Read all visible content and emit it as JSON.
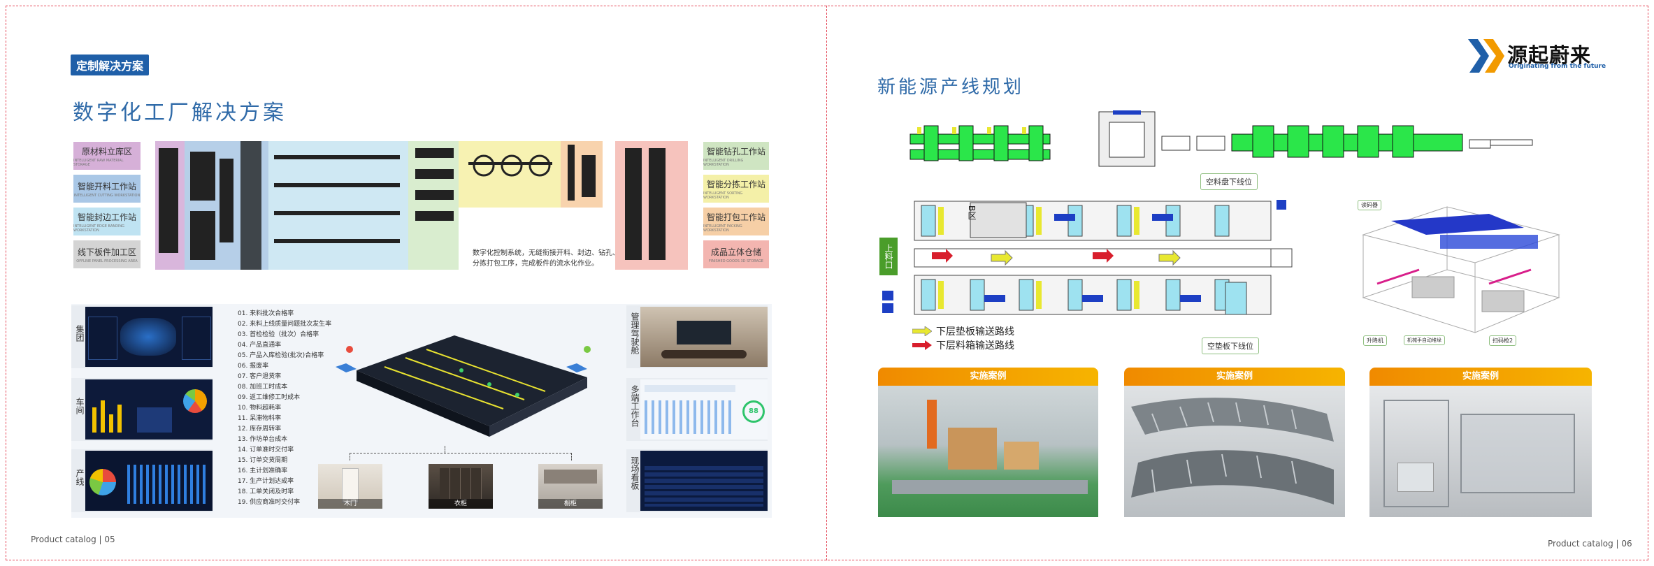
{
  "left_page": {
    "tag": "定制解决方案",
    "title": "数字化工厂解决方案",
    "left_zones": [
      {
        "label": "原材料立库区",
        "sub": "INTELLIGENT RAW MATERIAL STORAGE",
        "color": "#d6b0d8"
      },
      {
        "label": "智能开料工作站",
        "sub": "INTELLIGENT CUTTING WORKSTATION",
        "color": "#a9c7e6"
      },
      {
        "label": "智能封边工作站",
        "sub": "INTELLIGENT EDGE BANDING WORKSTATION",
        "color": "#bfe3f2"
      },
      {
        "label": "线下板件加工区",
        "sub": "OFFLINE PANEL PROCESSING AREA",
        "color": "#d4d4d4"
      }
    ],
    "right_zones": [
      {
        "label": "智能钻孔工作站",
        "sub": "INTELLIGENT DRILLING WORKSTATION",
        "color": "#cfe5c2"
      },
      {
        "label": "智能分拣工作站",
        "sub": "INTELLIGENT SORTING WORKSTATION",
        "color": "#f4f0a8"
      },
      {
        "label": "智能打包工作站",
        "sub": "INTELLIGENT PACKING WORKSTATION",
        "color": "#f6cfa6"
      },
      {
        "label": "成品立体仓储",
        "sub": "FINISHED GOODS 3D STORAGE",
        "color": "#f3b5b0"
      }
    ],
    "description_line1": "数字化控制系统，无缝衔接开料、封边、钻孔、",
    "description_line2": "分拣打包工序，完成板件的流水化作业。",
    "left_screen_labels": [
      "集团",
      "车间",
      "产线"
    ],
    "right_screen_labels": [
      "管理驾驶舱",
      "多端工作台",
      "现场看板"
    ],
    "kpi_list": [
      "01. 来料批次合格率",
      "02. 来料上线质量问题批次发生率",
      "03. 首检检验（批次）合格率",
      "04. 产品直通率",
      "05. 产品入库检验(批次)合格率",
      "06. 报废率",
      "07. 客户退货率",
      "08. 加班工时成本",
      "09. 返工维修工时成本",
      "10. 物料超耗率",
      "11. 呆滞物料率",
      "12. 库存周转率",
      "13. 作坊单台成本",
      "14. 订单准时交付率",
      "15. 订单交货周期",
      "16. 主计划准确率",
      "17. 生产计划达成率",
      "18. 工单关闭及时率",
      "19. 供应商准时交付率"
    ],
    "room_labels": [
      "木门",
      "衣柜",
      "橱柜"
    ],
    "gauge_value": "88",
    "footer": "Product catalog | 05"
  },
  "right_page": {
    "logo_text": "源起蔚来",
    "logo_tagline": "Originating from the future",
    "title": "新能源产线规划",
    "callout_empty_tray": "空料盘下线位",
    "callout_empty_pad": "空垫板下线位",
    "feed_label": "上料口",
    "zone_label": "B区",
    "legend": [
      {
        "text": "下层垫板输送路线",
        "color": "#e8e830"
      },
      {
        "text": "下层料箱输送路线",
        "color": "#d81e2c"
      }
    ],
    "iso_labels": [
      "读码器",
      "升降机",
      "机械手自动堆垛",
      "扫码枪2"
    ],
    "cases": [
      {
        "title": "实施案例"
      },
      {
        "title": "实施案例"
      },
      {
        "title": "实施案例"
      }
    ],
    "footer": "Product catalog | 06"
  },
  "colors": {
    "accent_blue": "#1f5fa8",
    "title_blue": "#2f6aa8",
    "border_red": "#e44a5a",
    "case_orange": "#f08a00",
    "line_green": "#2be64a"
  }
}
